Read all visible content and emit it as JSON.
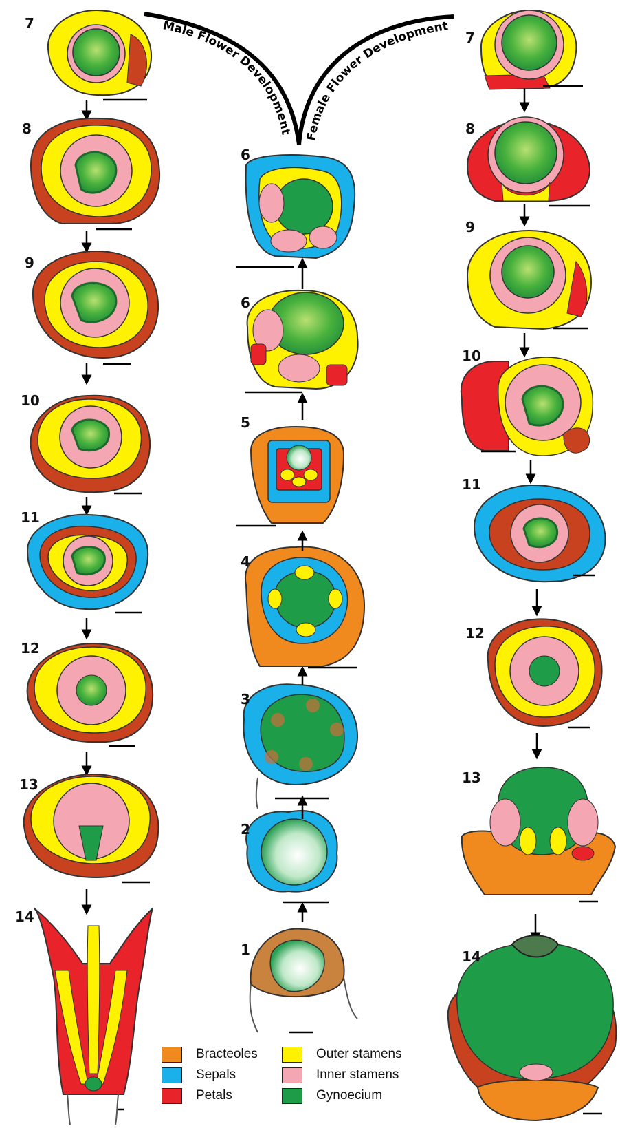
{
  "title_left": "Male Flower Development",
  "title_right": "Female Flower Development",
  "colors": {
    "bracteoles": "#f0891e",
    "sepals": "#1ab0ea",
    "petals": "#e8242a",
    "outer_stamens": "#fff200",
    "inner_stamens": "#f4a6b2",
    "gynoecium": "#1f9c48",
    "dark_red": "#c9421f",
    "outline": "#222222"
  },
  "center_column": {
    "stages": [
      "1",
      "2",
      "3",
      "4",
      "5",
      "6",
      "6"
    ]
  },
  "male_column": {
    "stages": [
      "7",
      "8",
      "9",
      "10",
      "11",
      "12",
      "13",
      "14"
    ]
  },
  "female_column": {
    "stages": [
      "7",
      "8",
      "9",
      "10",
      "11",
      "12",
      "13",
      "14"
    ]
  },
  "legend": [
    {
      "label": "Bracteoles",
      "color": "#f0891e"
    },
    {
      "label": "Sepals",
      "color": "#1ab0ea"
    },
    {
      "label": "Petals",
      "color": "#e8242a"
    },
    {
      "label": "Outer stamens",
      "color": "#fff200"
    },
    {
      "label": "Inner stamens",
      "color": "#f4a6b2"
    },
    {
      "label": "Gynoecium",
      "color": "#1f9c48"
    }
  ]
}
